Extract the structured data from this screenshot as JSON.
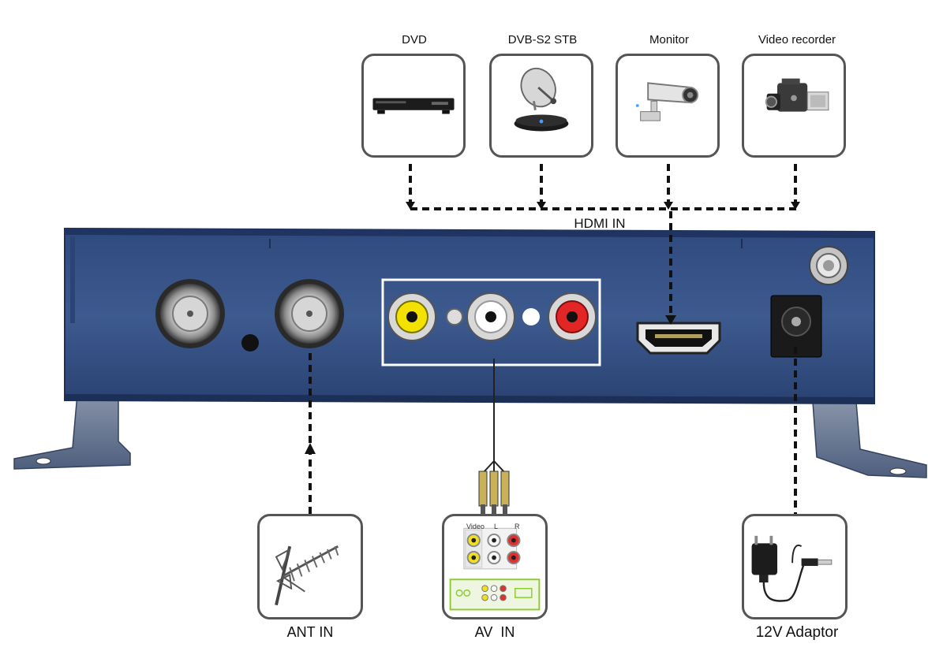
{
  "devices_top": [
    {
      "id": "dvd",
      "label": "DVD",
      "icon": "dvd-player-icon"
    },
    {
      "id": "dvb",
      "label": "DVB-S2 STB",
      "icon": "satellite-receiver-icon"
    },
    {
      "id": "monitor",
      "label": "Monitor",
      "icon": "security-camera-icon"
    },
    {
      "id": "recorder",
      "label": "Video recorder",
      "icon": "camcorder-icon"
    }
  ],
  "hdmi_label": "HDMI IN",
  "inputs_bottom": [
    {
      "id": "ant",
      "label": "ANT IN",
      "icon": "antenna-icon"
    },
    {
      "id": "av",
      "label": "AV  IN",
      "icon": "rca-panel-icon"
    },
    {
      "id": "power",
      "label": "12V Adaptor",
      "icon": "power-adapter-icon"
    }
  ],
  "av_panel": {
    "video": "Video",
    "left": "L",
    "right": "R"
  },
  "colors": {
    "chassis": "#3b5585",
    "chassis_dark": "#243a66",
    "bracket": "#5d6f8c",
    "dashed": "#111111",
    "box_border": "#555555"
  }
}
